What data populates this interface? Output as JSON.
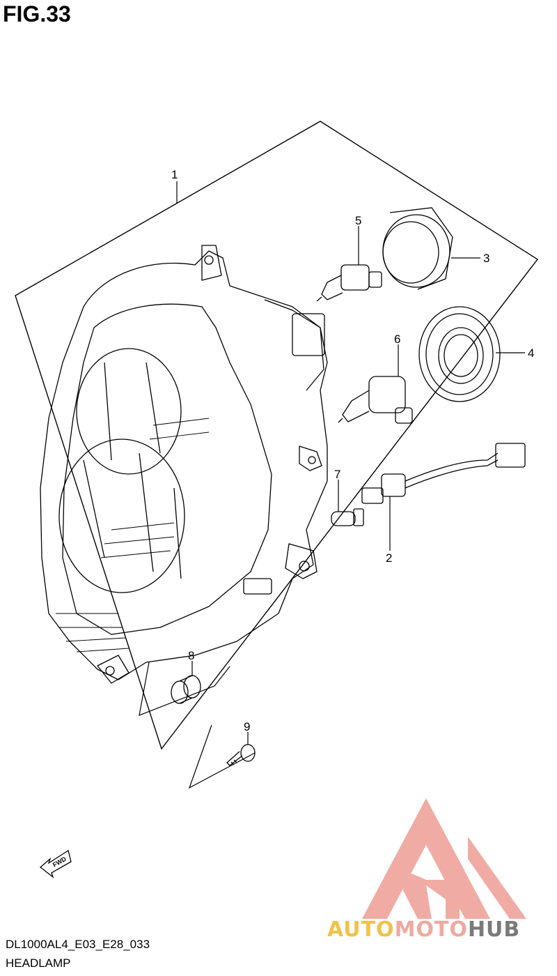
{
  "figure": {
    "title": "FIG.33",
    "model_code": "DL1000AL4_E03_E28_033",
    "assembly_name": "HEADLAMP"
  },
  "callouts": [
    "1",
    "2",
    "3",
    "4",
    "5",
    "6",
    "7",
    "8",
    "9"
  ],
  "parts": [
    {
      "id": "1",
      "icon": "headlamp-housing"
    },
    {
      "id": "2",
      "icon": "socket-wire-harness"
    },
    {
      "id": "3",
      "icon": "bulb-retaining-ring"
    },
    {
      "id": "4",
      "icon": "rubber-seal-cover"
    },
    {
      "id": "5",
      "icon": "headlamp-bulb-h-type"
    },
    {
      "id": "6",
      "icon": "headlamp-bulb-h-type"
    },
    {
      "id": "7",
      "icon": "position-bulb"
    },
    {
      "id": "8",
      "icon": "rubber-grommet"
    },
    {
      "id": "9",
      "icon": "screw"
    }
  ],
  "direction_badge": "FWD",
  "watermark": {
    "part1": "AUTO",
    "part2": "MOTO",
    "part3": "HUB",
    "colors": {
      "auto": "#f0c24a",
      "moto": "#f0a8a0",
      "hub": "#7a7a7a",
      "logo": "#f0a8a0"
    }
  }
}
